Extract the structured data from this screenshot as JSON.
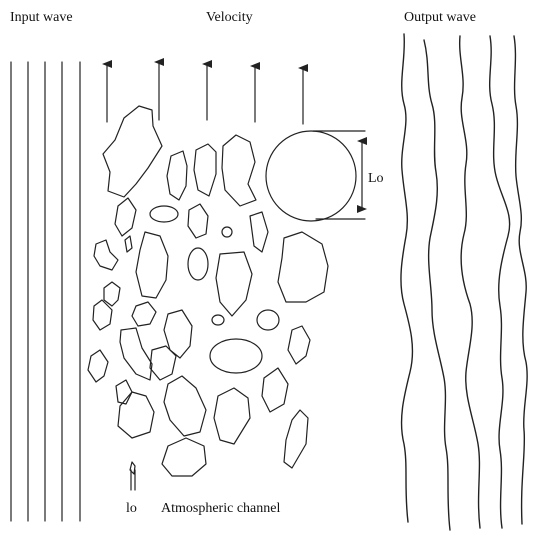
{
  "labels": {
    "input_wave": "Input wave",
    "velocity": "Velocity",
    "output_wave": "Output wave",
    "outer_scale": "Lo",
    "inner_scale": "lo",
    "channel": "Atmospheric channel"
  },
  "colors": {
    "stroke": "#222222",
    "text": "#111111",
    "background": "#ffffff"
  }
}
